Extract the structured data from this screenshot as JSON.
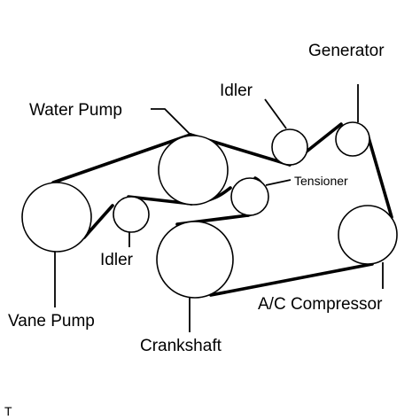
{
  "labels": {
    "generator": "Generator",
    "idler_top": "Idler",
    "water_pump": "Water Pump",
    "tensioner": "Tensioner",
    "idler_left": "Idler",
    "ac_compressor": "A/C Compressor",
    "vane_pump": "Vane Pump",
    "crankshaft": "Crankshaft"
  },
  "corner_mark": "T"
}
